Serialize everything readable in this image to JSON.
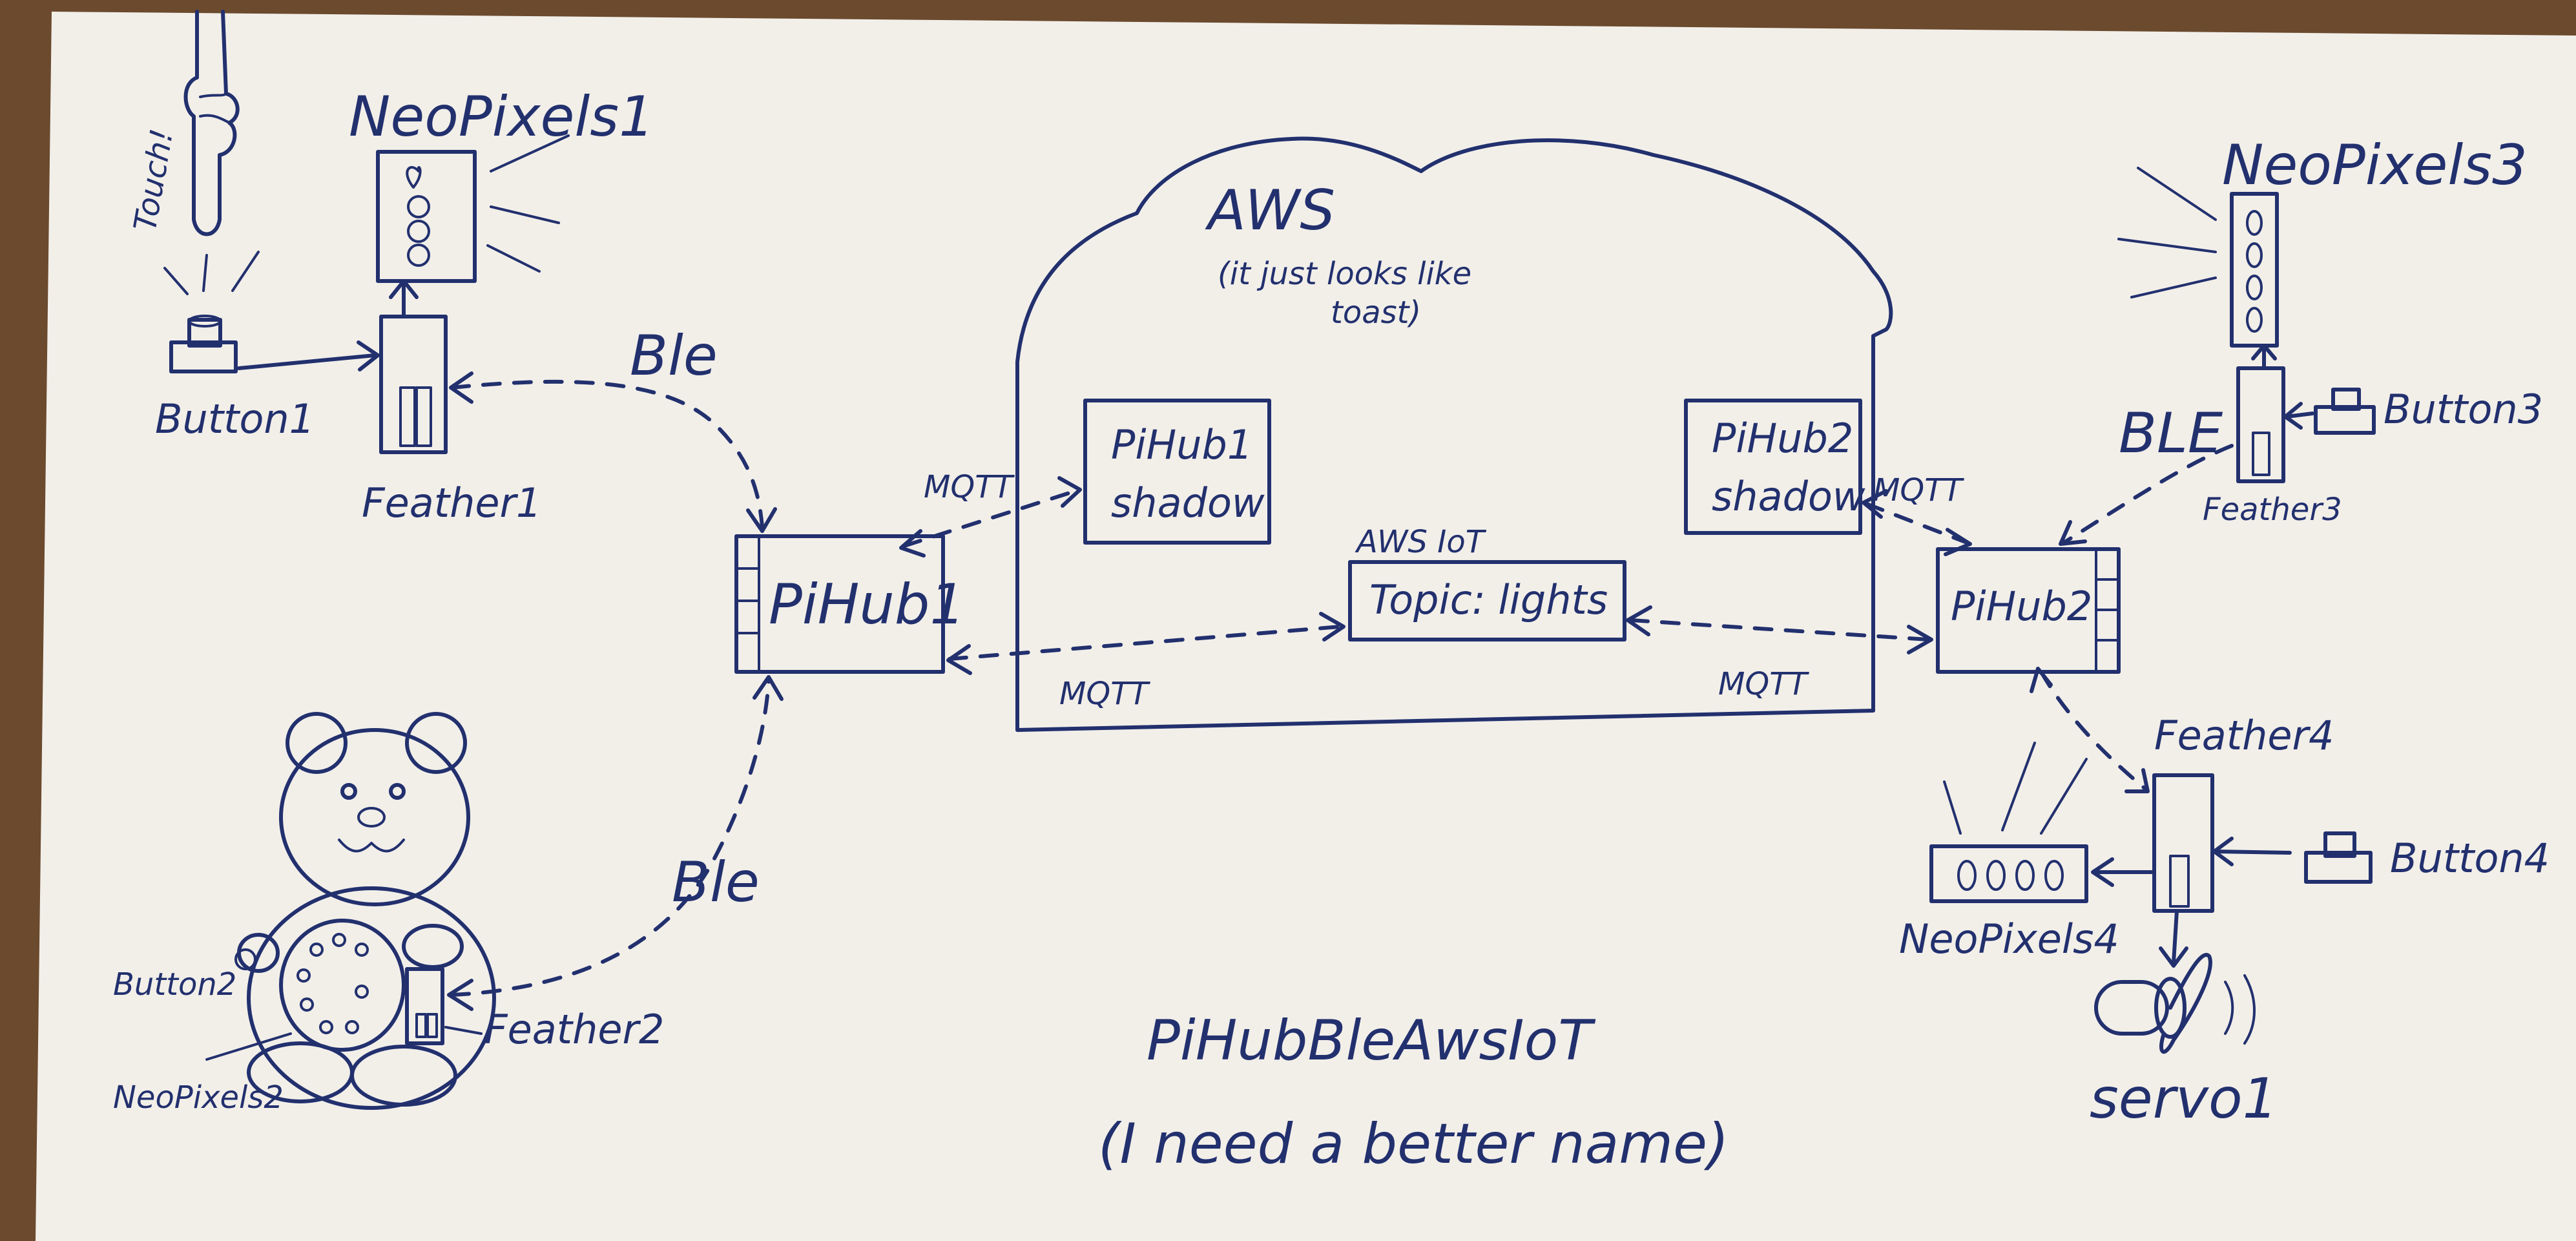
{
  "diagram": {
    "cloud": {
      "title": "AWS",
      "subtitle_line1": "(it just looks like",
      "subtitle_line2": "toast)"
    },
    "aws_iot_label": "AWS IoT",
    "nodes": {
      "pihub1": "PiHub1",
      "pihub2": "PiHub2",
      "pihub1_shadow_line1": "PiHub1",
      "pihub1_shadow_line2": "shadow",
      "pihub2_shadow_line1": "PiHub2",
      "pihub2_shadow_line2": "shadow",
      "topic": "Topic: lights",
      "feather1": "Feather1",
      "feather2": "Feather2",
      "feather3": "Feather3",
      "feather4": "Feather4",
      "button1": "Button1",
      "button2": "Button2",
      "button3": "Button3",
      "button4": "Button4",
      "neopixels1": "NeoPixels1",
      "neopixels2": "NeoPixels2",
      "neopixels3": "NeoPixels3",
      "neopixels4": "NeoPixels4",
      "servo1": "servo1",
      "touch": "Touch!"
    },
    "edges": {
      "ble_f1": "Ble",
      "ble_f2": "Ble",
      "ble_f3": "BLE",
      "mqtt_p1_shadow": "MQTT",
      "mqtt_p1_topic": "MQTT",
      "mqtt_p2_shadow": "MQTT",
      "mqtt_p2_topic": "MQTT"
    },
    "footer": {
      "title": "PiHubBleAwsIoT",
      "subtitle": "(I need a better name)"
    }
  }
}
